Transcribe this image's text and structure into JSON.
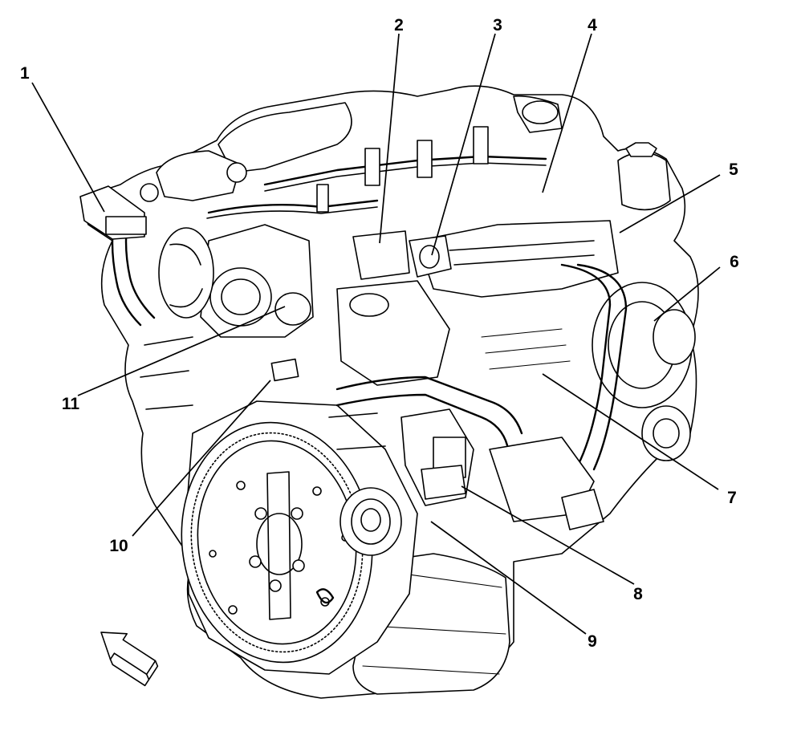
{
  "diagram": {
    "subject": "engine-assembly-line-drawing",
    "callouts": [
      {
        "id": "c1",
        "label": "1"
      },
      {
        "id": "c2",
        "label": "2"
      },
      {
        "id": "c3",
        "label": "3"
      },
      {
        "id": "c4",
        "label": "4"
      },
      {
        "id": "c5",
        "label": "5"
      },
      {
        "id": "c6",
        "label": "6"
      },
      {
        "id": "c7",
        "label": "7"
      },
      {
        "id": "c8",
        "label": "8"
      },
      {
        "id": "c9",
        "label": "9"
      },
      {
        "id": "c10",
        "label": "10"
      },
      {
        "id": "c11",
        "label": "11"
      }
    ],
    "view_arrow_icon": "front-view-arrow-icon",
    "colors": {
      "line": "#000000",
      "background": "#ffffff"
    }
  }
}
